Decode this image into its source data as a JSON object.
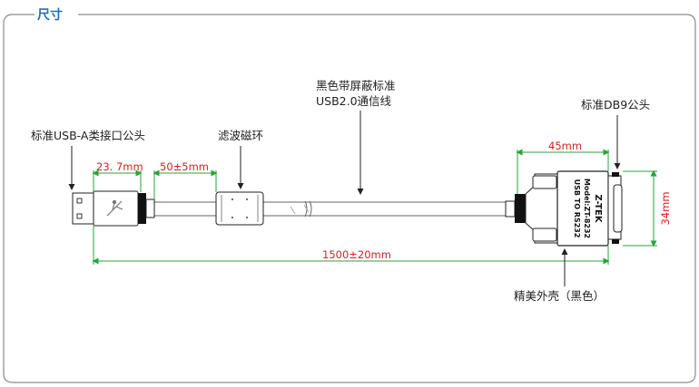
{
  "header": {
    "title": "尺寸"
  },
  "labels": {
    "cable_line1": "黑色带屏蔽标准",
    "cable_line2": "USB2.0通信线",
    "usb_plug": "标准USB-A类接口公头",
    "ferrite": "滤波磁环",
    "db9": "标准DB9公头",
    "shell": "精美外壳（黑色）"
  },
  "dimensions": {
    "usb_len": "23. 7mm",
    "ferrite_gap": "50±5mm",
    "housing_len": "45mm",
    "housing_height": "34mm",
    "total_len": "1500±20mm"
  },
  "connector_text": {
    "brand": "Z-TEK",
    "model": "Model:ZT-8232",
    "desc": "USB TO RS232"
  },
  "colors": {
    "frame": "#8a8a8a",
    "header": "#1f6fc0",
    "dim_line": "#2aa33a",
    "dim_text": "#d42020",
    "line": "#222222"
  }
}
